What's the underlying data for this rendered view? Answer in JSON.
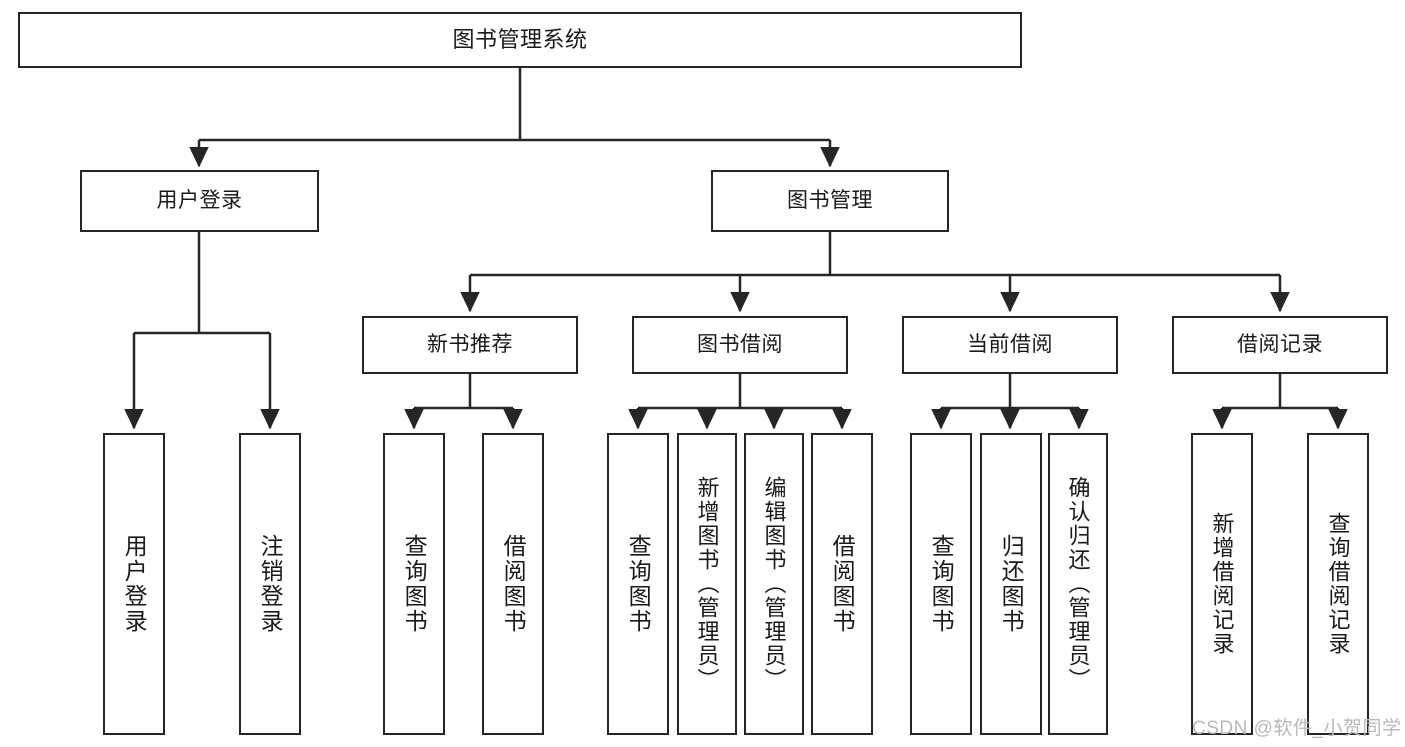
{
  "diagram": {
    "title": "图书管理系统",
    "type": "hierarchy-tree",
    "watermark": "CSDN @软件_小贺同学",
    "colors": {
      "stroke": "#262626",
      "background": "#ffffff",
      "text": "#1a1a1a",
      "watermark": "#b9b9b9"
    },
    "nodes": {
      "root": {
        "label": "图书管理系统"
      },
      "level2": [
        {
          "label": "用户登录"
        },
        {
          "label": "图书管理"
        }
      ],
      "level3": [
        {
          "label": "新书推荐"
        },
        {
          "label": "图书借阅"
        },
        {
          "label": "当前借阅"
        },
        {
          "label": "借阅记录"
        }
      ],
      "leaves_user_login": [
        {
          "label": "用户登录"
        },
        {
          "label": "注销登录"
        }
      ],
      "leaves_new_book": [
        {
          "label": "查询图书"
        },
        {
          "label": "借阅图书"
        }
      ],
      "leaves_borrow": [
        {
          "label": "查询图书"
        },
        {
          "label": "新增图书（管理员）"
        },
        {
          "label": "编辑图书（管理员）"
        },
        {
          "label": "借阅图书"
        }
      ],
      "leaves_current": [
        {
          "label": "查询图书"
        },
        {
          "label": "归还图书"
        },
        {
          "label": "确认归还（管理员）"
        }
      ],
      "leaves_records": [
        {
          "label": "新增借阅记录"
        },
        {
          "label": "查询借阅记录"
        }
      ]
    }
  }
}
